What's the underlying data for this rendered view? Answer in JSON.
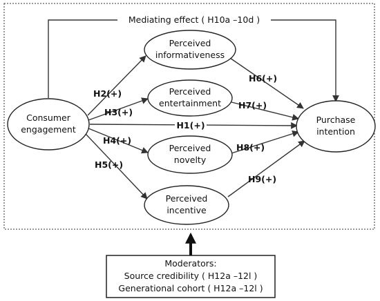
{
  "diagram": {
    "mediating_label": "Mediating effect ( H10a –10d )",
    "nodes": {
      "consumer": [
        "Consumer",
        "engagement"
      ],
      "informativeness": [
        "Perceived",
        "informativeness"
      ],
      "entertainment": [
        "Perceived",
        "entertainment"
      ],
      "novelty": [
        "Perceived",
        "novelty"
      ],
      "incentive": [
        "Perceived",
        "incentive"
      ],
      "purchase": [
        "Purchase",
        "intention"
      ]
    },
    "edges": {
      "h1": "H1(+)",
      "h2": "H2(+)",
      "h3": "H3(+)",
      "h4": "H4(+)",
      "h5": "H5(+)",
      "h6": "H6(+)",
      "h7": "H7(+)",
      "h8": "H8(+)",
      "h9": "H9(+)"
    },
    "moderators": {
      "title": "Moderators:",
      "line1": "Source credibility ( H12a –12l )",
      "line2": "Generational cohort ( H12a –12l )"
    }
  }
}
